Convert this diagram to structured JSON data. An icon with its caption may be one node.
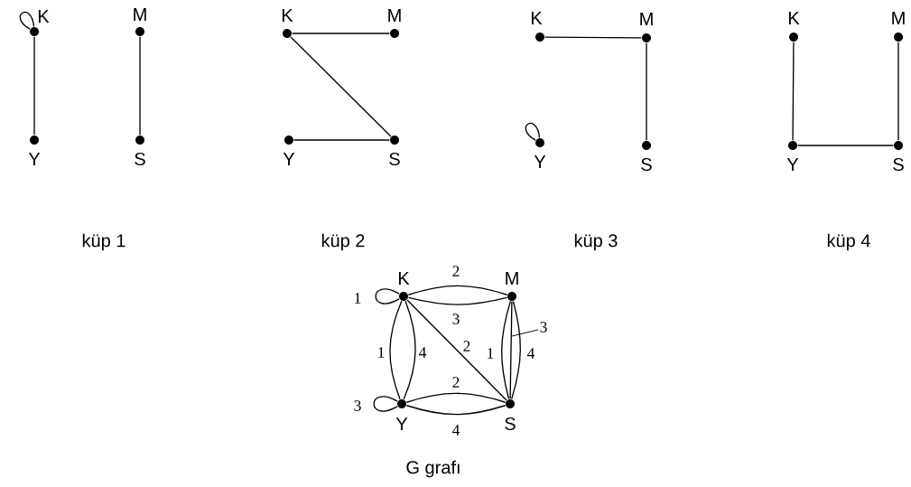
{
  "diagram": {
    "nodes": [
      {
        "text": [
          "K"
        ]
      },
      {
        "text": [
          "M"
        ]
      },
      {
        "text": [
          "Y"
        ]
      },
      {
        "text": [
          "S"
        ]
      },
      {
        "text": [
          "K"
        ]
      },
      {
        "text": [
          "M"
        ]
      },
      {
        "text": [
          "Y"
        ]
      },
      {
        "text": [
          "S"
        ]
      },
      {
        "text": [
          "K"
        ]
      },
      {
        "text": [
          "M"
        ]
      },
      {
        "text": [
          "Y"
        ]
      },
      {
        "text": [
          "S"
        ]
      },
      {
        "text": [
          "K"
        ]
      },
      {
        "text": [
          "M"
        ]
      },
      {
        "text": [
          "Y"
        ]
      },
      {
        "text": [
          "S"
        ]
      },
      {
        "text": [
          "K"
        ]
      },
      {
        "text": [
          "M"
        ]
      },
      {
        "text": [
          "Y"
        ]
      },
      {
        "text": [
          "S"
        ]
      }
    ],
    "edges": [
      {
        "from": 0,
        "to": 0,
        "arrow": "none"
      },
      {
        "from": 0,
        "to": 2,
        "arrow": "none"
      },
      {
        "from": 1,
        "to": 3,
        "arrow": "none"
      },
      {
        "from": 4,
        "to": 5,
        "arrow": "none"
      },
      {
        "from": 4,
        "to": 7,
        "arrow": "none"
      },
      {
        "from": 6,
        "to": 7,
        "arrow": "none"
      },
      {
        "from": 8,
        "to": 9,
        "arrow": "none"
      },
      {
        "from": 9,
        "to": 11,
        "arrow": "none"
      },
      {
        "from": 10,
        "to": 10,
        "arrow": "none"
      },
      {
        "from": 12,
        "to": 14,
        "arrow": "none"
      },
      {
        "from": 14,
        "to": 15,
        "arrow": "none"
      },
      {
        "from": 13,
        "to": 15,
        "arrow": "none"
      },
      {
        "from": 16,
        "to": 16,
        "arrow": "none",
        "label": "1"
      },
      {
        "from": 16,
        "to": 17,
        "arrow": "none",
        "label": "2"
      },
      {
        "from": 16,
        "to": 17,
        "arrow": "none",
        "label": "3"
      },
      {
        "from": 16,
        "to": 19,
        "arrow": "none",
        "label": "2"
      },
      {
        "from": 16,
        "to": 18,
        "arrow": "none",
        "label": "1"
      },
      {
        "from": 16,
        "to": 18,
        "arrow": "none",
        "label": "4"
      },
      {
        "from": 18,
        "to": 18,
        "arrow": "none",
        "label": "3"
      },
      {
        "from": 18,
        "to": 19,
        "arrow": "none",
        "label": "2"
      },
      {
        "from": 18,
        "to": 19,
        "arrow": "none",
        "label": "4"
      },
      {
        "from": 17,
        "to": 19,
        "arrow": "none",
        "label": "1"
      },
      {
        "from": 17,
        "to": 19,
        "arrow": "none",
        "label": "3"
      },
      {
        "from": 17,
        "to": 19,
        "arrow": "none",
        "label": "4"
      }
    ],
    "labels": [
      "küp 1",
      "küp 2",
      "küp 3",
      "küp 4",
      "G grafı"
    ]
  }
}
